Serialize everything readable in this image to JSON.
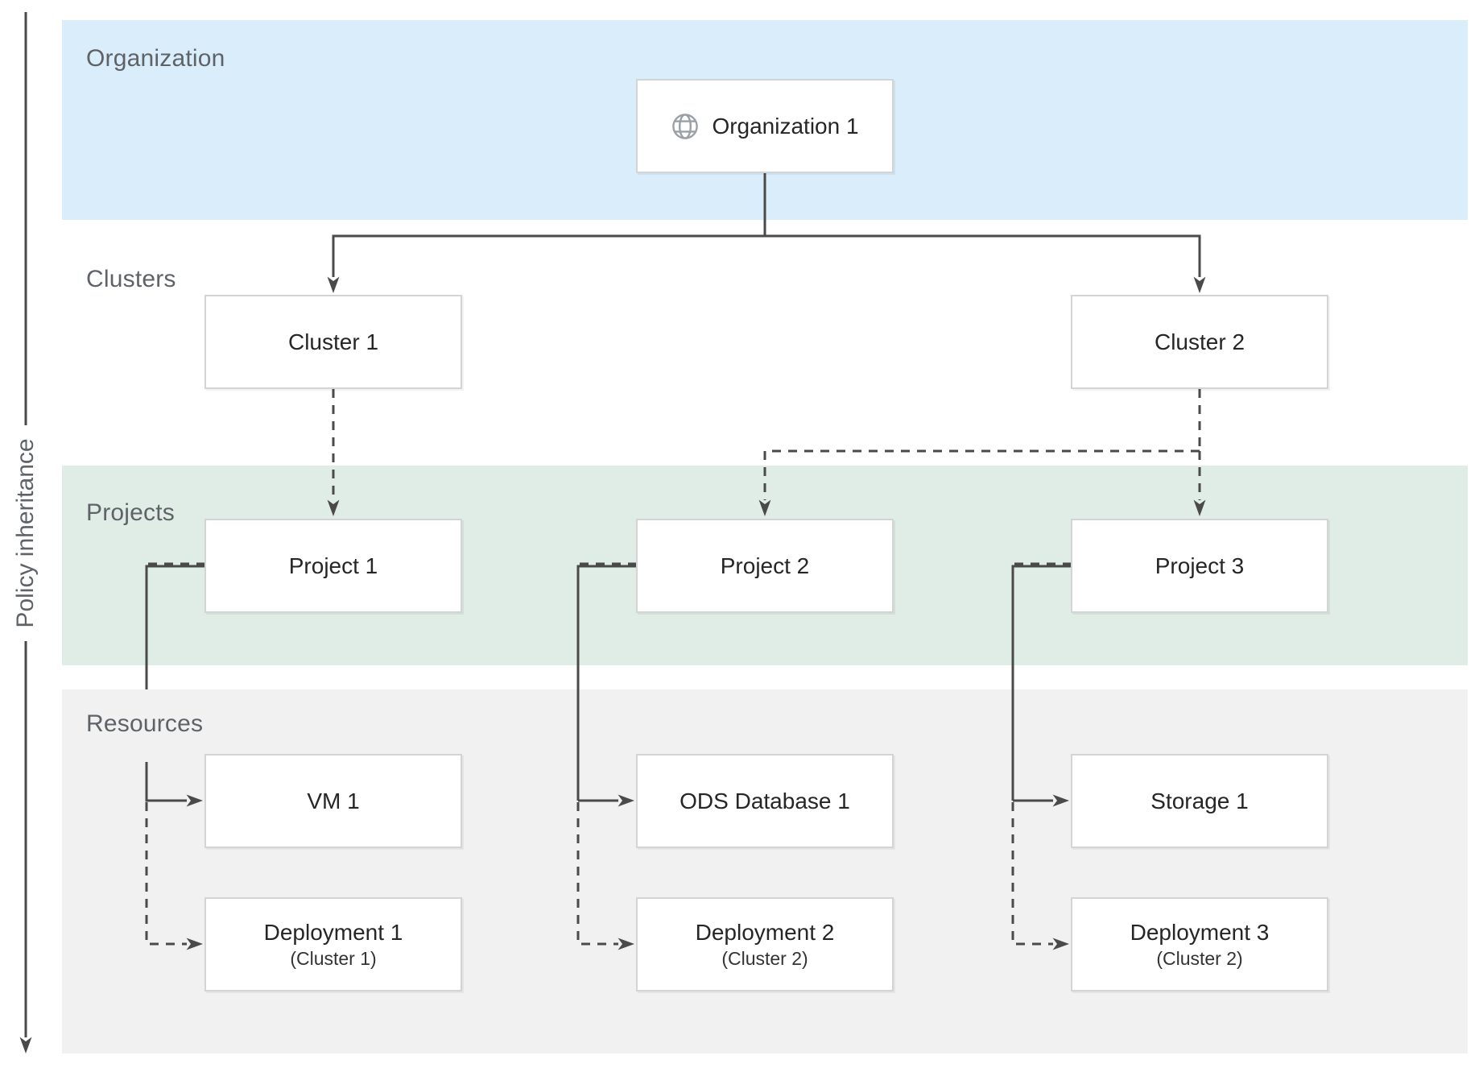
{
  "diagram": {
    "axis": {
      "label": "Policy inheritance"
    },
    "bands": {
      "organization": "Organization",
      "clusters": "Clusters",
      "projects": "Projects",
      "resources": "Resources"
    },
    "nodes": {
      "org1": {
        "label": "Organization 1",
        "icon": "globe-icon"
      },
      "cluster1": {
        "label": "Cluster 1"
      },
      "cluster2": {
        "label": "Cluster 2"
      },
      "project1": {
        "label": "Project 1"
      },
      "project2": {
        "label": "Project 2"
      },
      "project3": {
        "label": "Project 3"
      },
      "vm1": {
        "label": "VM 1"
      },
      "ods1": {
        "label": "ODS Database 1"
      },
      "storage1": {
        "label": "Storage 1"
      },
      "dep1": {
        "label": "Deployment 1",
        "sublabel": "(Cluster 1)"
      },
      "dep2": {
        "label": "Deployment 2",
        "sublabel": "(Cluster 2)"
      },
      "dep3": {
        "label": "Deployment 3",
        "sublabel": "(Cluster 2)"
      }
    },
    "edges": [
      {
        "from": "Organization 1",
        "to": "Cluster 1",
        "style": "solid"
      },
      {
        "from": "Organization 1",
        "to": "Cluster 2",
        "style": "solid"
      },
      {
        "from": "Cluster 1",
        "to": "Project 1",
        "style": "dashed"
      },
      {
        "from": "Cluster 2",
        "to": "Project 2",
        "style": "dashed"
      },
      {
        "from": "Cluster 2",
        "to": "Project 3",
        "style": "dashed"
      },
      {
        "from": "Project 1",
        "to": "VM 1",
        "style": "solid"
      },
      {
        "from": "Project 1",
        "to": "Deployment 1",
        "style": "dashed"
      },
      {
        "from": "Project 2",
        "to": "ODS Database 1",
        "style": "solid"
      },
      {
        "from": "Project 2",
        "to": "Deployment 2",
        "style": "dashed"
      },
      {
        "from": "Project 3",
        "to": "Storage 1",
        "style": "solid"
      },
      {
        "from": "Project 3",
        "to": "Deployment 3",
        "style": "dashed"
      }
    ],
    "colors": {
      "organization_band": "#d9edfa",
      "projects_band": "#dfede6",
      "resources_band": "#f1f1f1",
      "connector": "#4a4a4a",
      "band_label_text": "#5f6368",
      "node_text": "#262626",
      "node_border": "#d4d4d4",
      "globe_icon": "#9aa0a6"
    }
  }
}
